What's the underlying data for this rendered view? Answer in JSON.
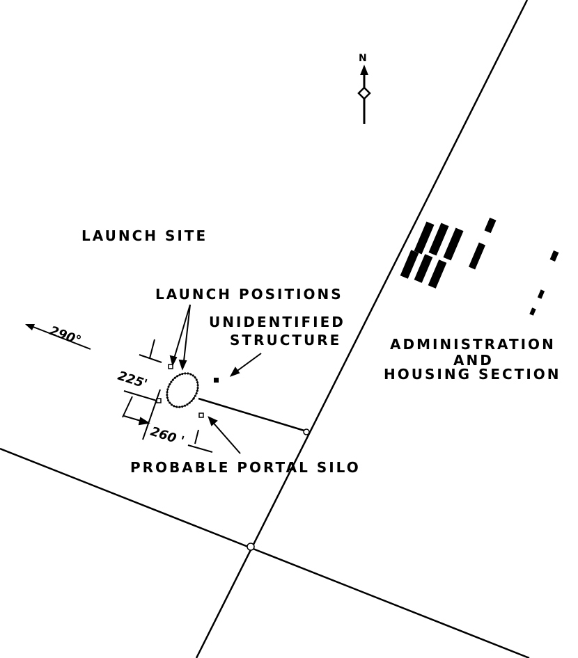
{
  "map": {
    "labels": {
      "launch_site": "LAUNCH SITE",
      "launch_positions": "LAUNCH POSITIONS",
      "unidentified_line1": "UNIDENTIFIED",
      "unidentified_line2": "STRUCTURE",
      "admin_line1": "ADMINISTRATION",
      "admin_line2": "AND",
      "admin_line3": "HOUSING SECTION",
      "portal_silo": "PROBABLE PORTAL SILO",
      "bearing": "290°",
      "dim_225": "225'",
      "dim_260": "260 '",
      "north": "N"
    },
    "colors": {
      "ink": "#000000",
      "paper": "#ffffff"
    },
    "icons": [
      "north-arrow-icon",
      "bearing-arrow-icon"
    ]
  }
}
